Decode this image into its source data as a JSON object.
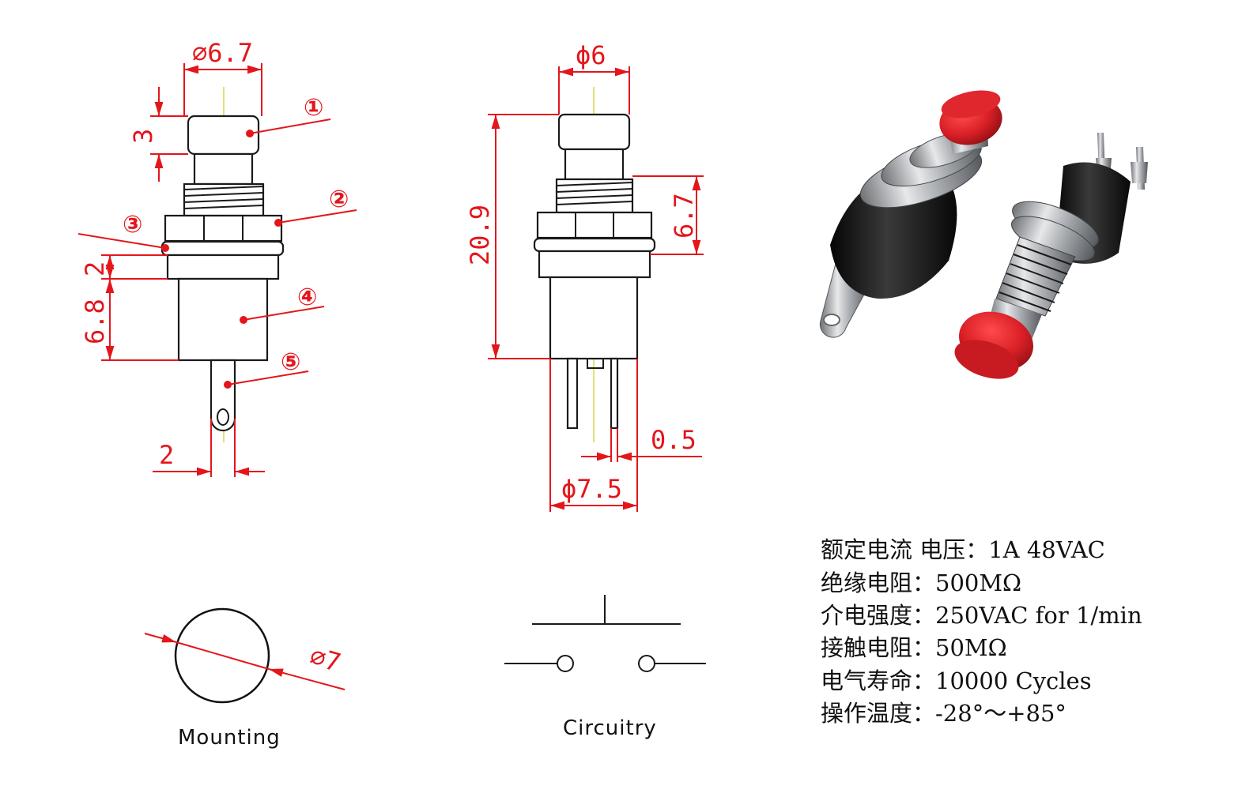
{
  "front_view": {
    "dims": {
      "top_diameter": "⌀6.7",
      "cap_height": "3",
      "washer_height": "2",
      "body_height": "6.8",
      "terminal_width": "2"
    },
    "callouts": [
      "①",
      "②",
      "③",
      "④",
      "⑤"
    ]
  },
  "side_view": {
    "dims": {
      "cap_diameter": "ϕ6",
      "total_height": "20.9",
      "thread_height": "6.7",
      "terminal_thickness": "0.5",
      "body_diameter": "ϕ7.5"
    }
  },
  "mounting": {
    "hole_diameter": "⌀7",
    "caption": "Mounting"
  },
  "circuitry": {
    "caption": "Circuitry"
  },
  "photo": {
    "cap_color": "#d81f26",
    "body_color": "#161616",
    "metal_color": "#b9bcc0"
  },
  "specs": [
    "额定电流 电压：1A 48VAC",
    "绝缘电阻：500MΩ",
    "介电强度：250VAC for 1/min",
    "接触电阻：50MΩ",
    "电气寿命：10000 Cycles",
    "操作温度：-28°～+85°"
  ]
}
